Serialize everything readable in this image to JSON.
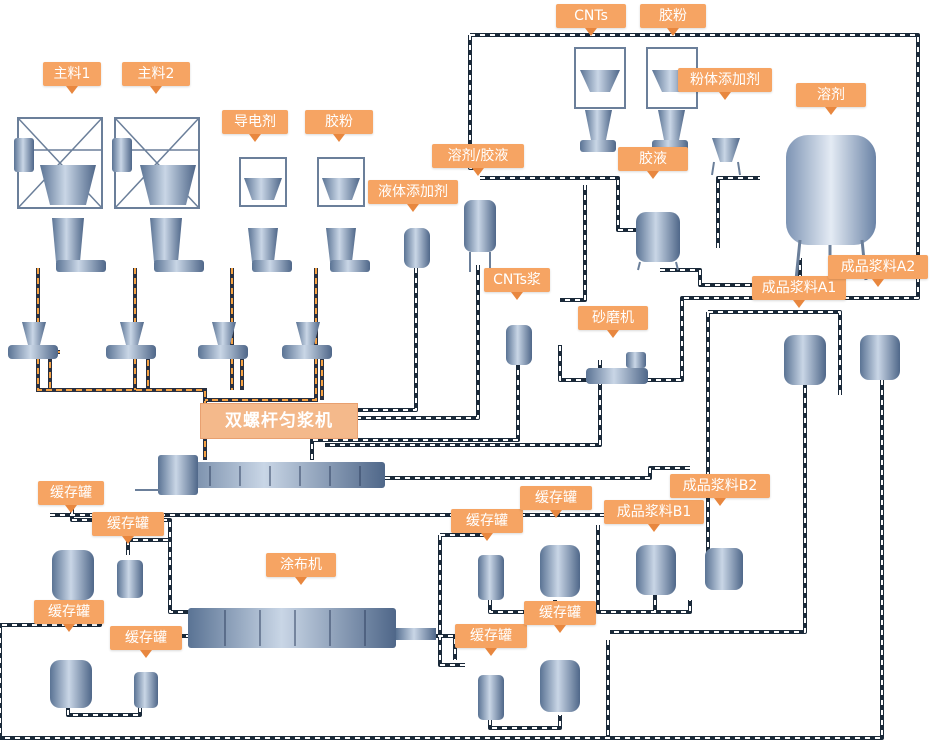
{
  "colors": {
    "pipe": "#1b2a3a",
    "pipe_stripe": "#ffffff",
    "feed_pipe": "#f5a142",
    "label_bg": "#f6a463",
    "label_text": "#ffffff",
    "equipment": "#6e86a8"
  },
  "labels": {
    "main1": "主料1",
    "main2": "主料2",
    "conductive": "导电剂",
    "glue_powder_left": "胶粉",
    "liquid_additive": "液体添加剂",
    "solvent_glue": "溶剂/胶液",
    "cnts_top": "CNTs",
    "glue_powder_top": "胶粉",
    "powder_additive": "粉体添加剂",
    "solvent": "溶剂",
    "glue_liquid": "胶液",
    "cnts_slurry": "CNTs浆",
    "sand_mill": "砂磨机",
    "twin_screw": "双螺杆匀浆机",
    "product_a1": "成品浆料A1",
    "product_a2": "成品浆料A2",
    "product_b1": "成品浆料B1",
    "product_b2": "成品浆料B2",
    "coater": "涂布机",
    "buffer_1": "缓存罐",
    "buffer_2": "缓存罐",
    "buffer_3": "缓存罐",
    "buffer_4": "缓存罐",
    "buffer_5": "缓存罐",
    "buffer_6": "缓存罐",
    "buffer_7": "缓存罐",
    "buffer_8": "缓存罐"
  }
}
